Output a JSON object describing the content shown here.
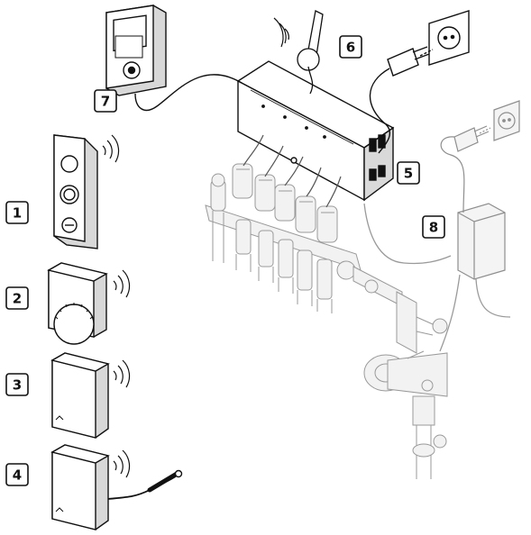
{
  "callouts": [
    {
      "id": "1",
      "label": "1",
      "component": "programmable-room-thermostat"
    },
    {
      "id": "2",
      "label": "2",
      "component": "dial-room-thermostat"
    },
    {
      "id": "3",
      "label": "3",
      "component": "basic-room-thermostat"
    },
    {
      "id": "4",
      "label": "4",
      "component": "room-thermostat-with-floor-sensor"
    },
    {
      "id": "5",
      "label": "5",
      "component": "controller"
    },
    {
      "id": "6",
      "label": "6",
      "component": "antenna"
    },
    {
      "id": "7",
      "label": "7",
      "component": "interface-display"
    },
    {
      "id": "8",
      "label": "8",
      "component": "power-transformer"
    }
  ],
  "colors": {
    "line": "#111111",
    "device_fill": "#ffffff",
    "device_shade": "#cfcfcf",
    "ghost_line": "#9a9a9a",
    "ghost_fill": "#efefef"
  }
}
